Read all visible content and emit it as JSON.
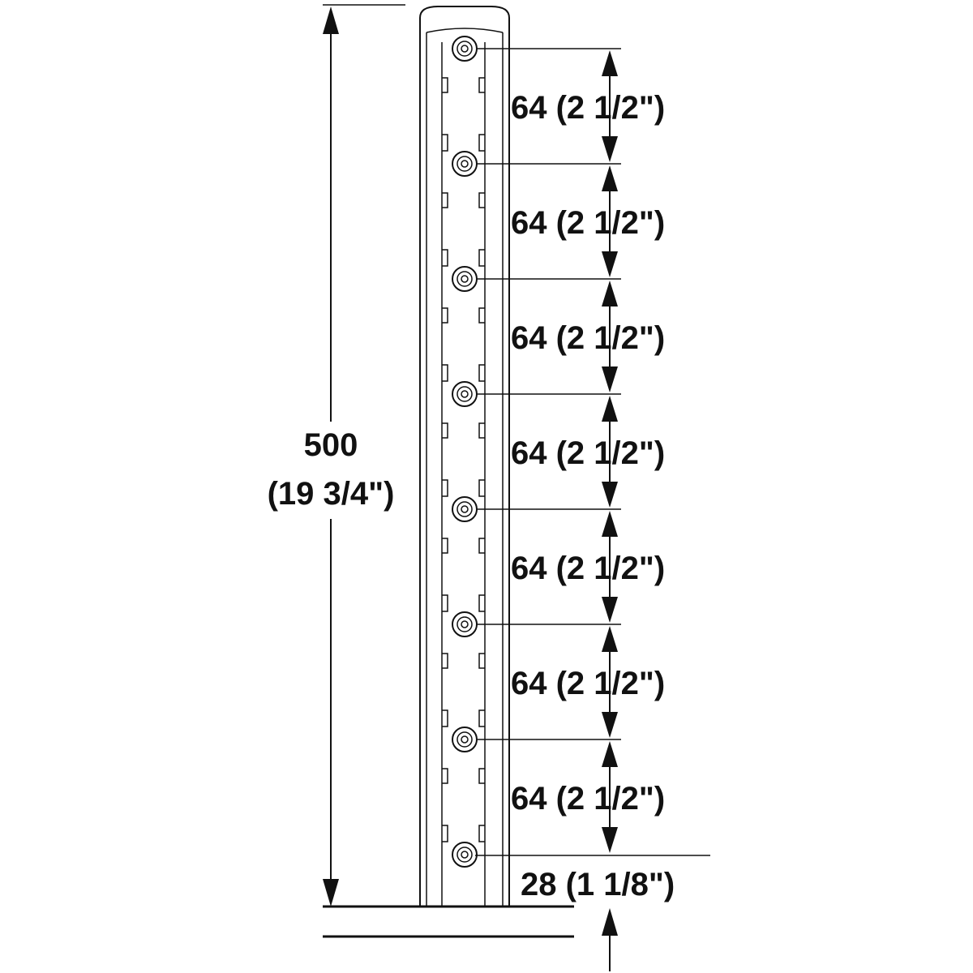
{
  "diagram": {
    "overall_height_label": {
      "line1": "500",
      "line2": "(19 3/4\")"
    },
    "spacing_labels": [
      "64 (2 1/2\")",
      "64 (2 1/2\")",
      "64 (2 1/2\")",
      "64 (2 1/2\")",
      "64 (2 1/2\")",
      "64 (2 1/2\")",
      "64 (2 1/2\")"
    ],
    "bottom_offset_label": "28 (1 1/8\")",
    "hole_count": 8
  }
}
